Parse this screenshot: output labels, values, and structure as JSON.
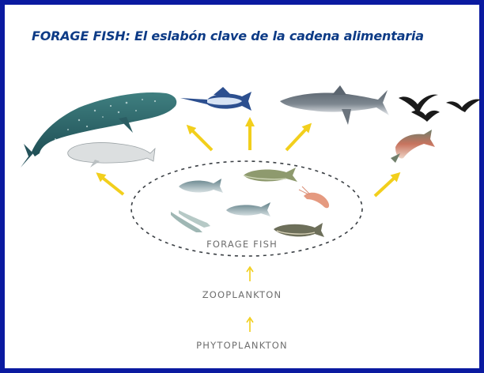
{
  "diagram": {
    "title": "FORAGE FISH: El eslabón clave de la cadena alimentaria",
    "levels": {
      "forage_fish": "FORAGE FISH",
      "zooplankton": "ZOOPLANKTON",
      "phytoplankton": "PHYTOPLANKTON"
    },
    "colors": {
      "border": "#0a1aa0",
      "title": "#0d3b86",
      "arrow": "#f2cf1c",
      "label": "#6e6e6e"
    }
  }
}
